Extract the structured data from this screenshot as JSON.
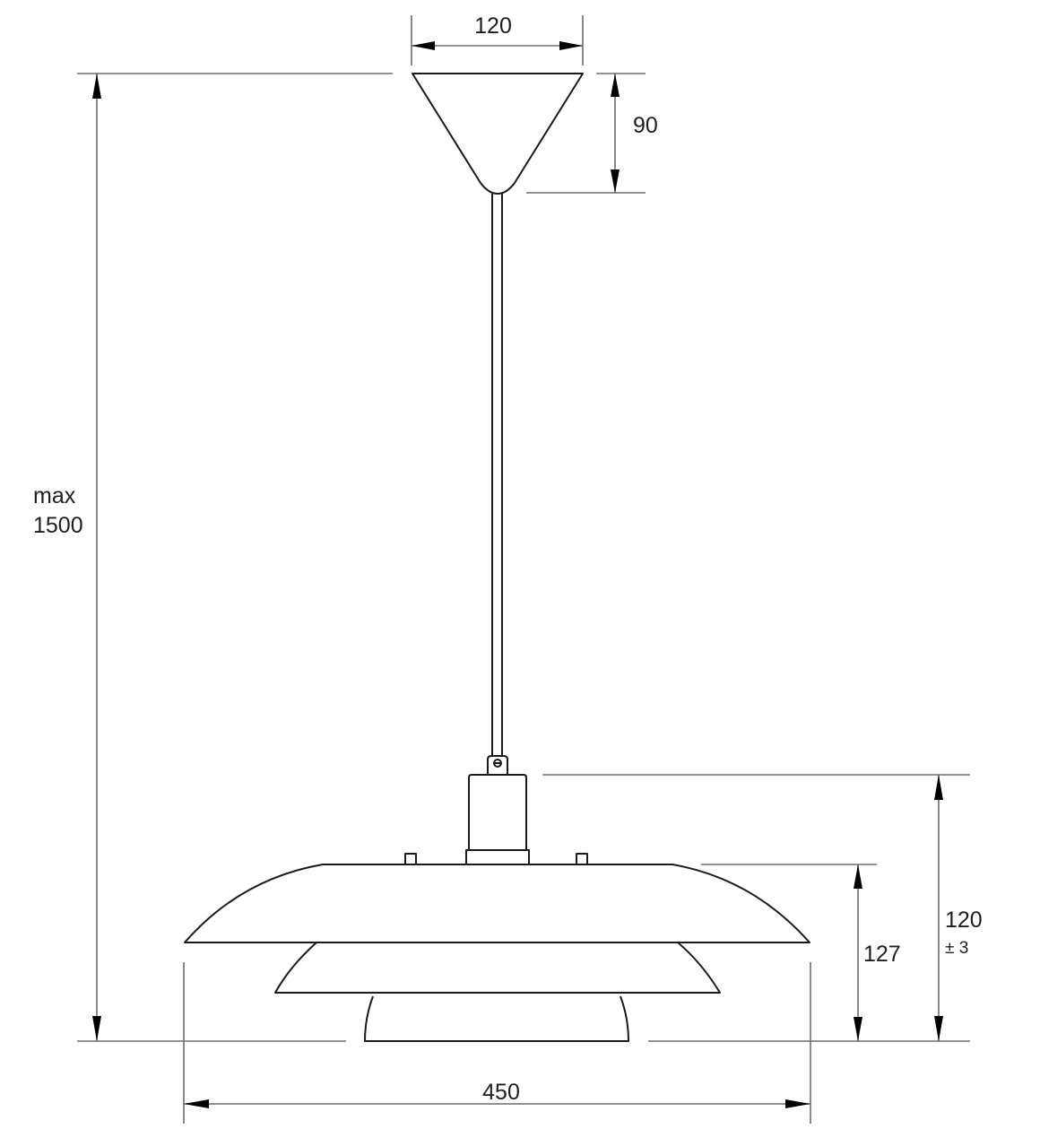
{
  "drawing": {
    "subject": "pendant lamp technical drawing",
    "units": "mm",
    "colors": {
      "background": "#ffffff",
      "outline": "#1a1a1a",
      "dimension_line": "#6e6e6e",
      "text": "#1e1e1e"
    }
  },
  "dimensions": {
    "canopy_width": {
      "label": "120"
    },
    "canopy_height": {
      "label": "90"
    },
    "overall_height": {
      "prefix": "max",
      "label": "1500"
    },
    "socket_to_bottom": {
      "label": "120",
      "tolerance": "± 3"
    },
    "shade_height": {
      "label": "127"
    },
    "shade_diameter": {
      "label": "450"
    }
  }
}
